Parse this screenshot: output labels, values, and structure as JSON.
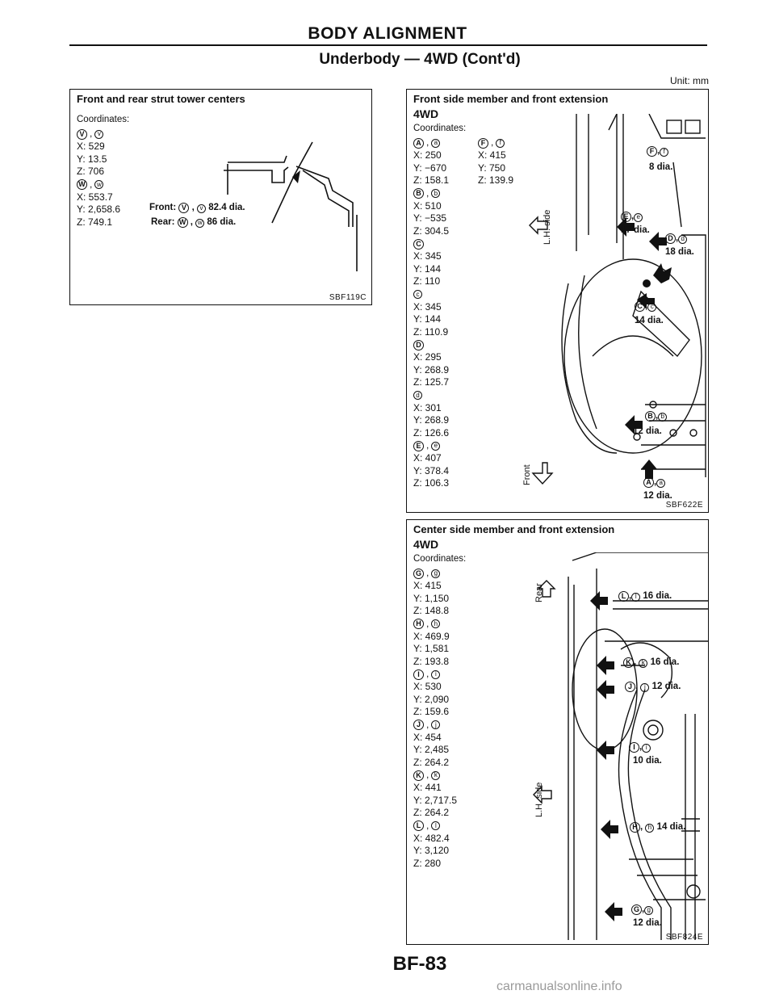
{
  "header": {
    "title": "BODY ALIGNMENT",
    "subtitle": "Underbody — 4WD (Cont'd)",
    "unit": "Unit: mm"
  },
  "panel1": {
    "title": "Front and rear strut tower centers",
    "coords_label": "Coordinates:",
    "points": [
      {
        "letter": "V",
        "lower": "v",
        "x": "X: 529",
        "y": "Y: 13.5",
        "z": "Z: 706"
      },
      {
        "letter": "W",
        "lower": "w",
        "x": "X: 553.7",
        "y": "Y: 2,658.6",
        "z": "Z: 749.1"
      }
    ],
    "front_label": "Front:",
    "front_dia": "82.4 dia.",
    "rear_label": "Rear:",
    "rear_dia": "86 dia.",
    "code": "SBF119C"
  },
  "panel2": {
    "title": "Front side member and front extension",
    "sub": "4WD",
    "coords_label": "Coordinates:",
    "points": [
      {
        "letter": "A",
        "lower": "a",
        "x": "X: 250",
        "y": "Y: −670",
        "z": "Z: 158.1"
      },
      {
        "letter": "B",
        "lower": "b",
        "x": "X: 510",
        "y": "Y: −535",
        "z": "Z: 304.5"
      },
      {
        "letter": "C",
        "x": "X: 345",
        "y": "Y: 144",
        "z": "Z: 110"
      },
      {
        "lower": "c",
        "x": "X: 345",
        "y": "Y: 144",
        "z": "Z: 110.9"
      },
      {
        "letter": "D",
        "x": "X: 295",
        "y": "Y: 268.9",
        "z": "Z: 125.7"
      },
      {
        "lower": "d",
        "x": "X: 301",
        "y": "Y: 268.9",
        "z": "Z: 126.6"
      },
      {
        "letter": "E",
        "lower": "e",
        "x": "X: 407",
        "y": "Y: 378.4",
        "z": "Z: 106.3"
      }
    ],
    "point_f": {
      "letter": "F",
      "lower": "f",
      "x": "X: 415",
      "y": "Y: 750",
      "z": "Z: 139.9"
    },
    "side_label": "L.H. side",
    "front_label": "Front",
    "labels": {
      "f": "8 dia.",
      "e": "17 dia.",
      "d": "18 dia.",
      "c": "14 dia.",
      "b": "12 dia.",
      "a": "12 dia."
    },
    "code": "SBF622E"
  },
  "panel3": {
    "title": "Center side member and front extension",
    "sub": "4WD",
    "coords_label": "Coordinates:",
    "points": [
      {
        "letter": "G",
        "lower": "g",
        "x": "X: 415",
        "y": "Y: 1,150",
        "z": "Z: 148.8"
      },
      {
        "letter": "H",
        "lower": "h",
        "x": "X: 469.9",
        "y": "Y: 1,581",
        "z": "Z: 193.8"
      },
      {
        "letter": "I",
        "lower": "i",
        "x": "X: 530",
        "y": "Y: 2,090",
        "z": "Z: 159.6"
      },
      {
        "letter": "J",
        "lower": "j",
        "x": "X: 454",
        "y": "Y: 2,485",
        "z": "Z: 264.2"
      },
      {
        "letter": "K",
        "lower": "k",
        "x": "X: 441",
        "y": "Y: 2,717.5",
        "z": "Z: 264.2"
      },
      {
        "letter": "L",
        "lower": "l",
        "x": "X: 482.4",
        "y": "Y: 3,120",
        "z": "Z: 280"
      }
    ],
    "rear_label": "Rear",
    "side_label": "L.H. side",
    "labels": {
      "l": "16 dia.",
      "k": "16 dia.",
      "j": "12 dia.",
      "i": "10 dia.",
      "h": "14 dia.",
      "g": "12 dia."
    },
    "code": "SBF824E"
  },
  "footer": {
    "page": "BF-83",
    "watermark": "carmanualsonline.info"
  }
}
